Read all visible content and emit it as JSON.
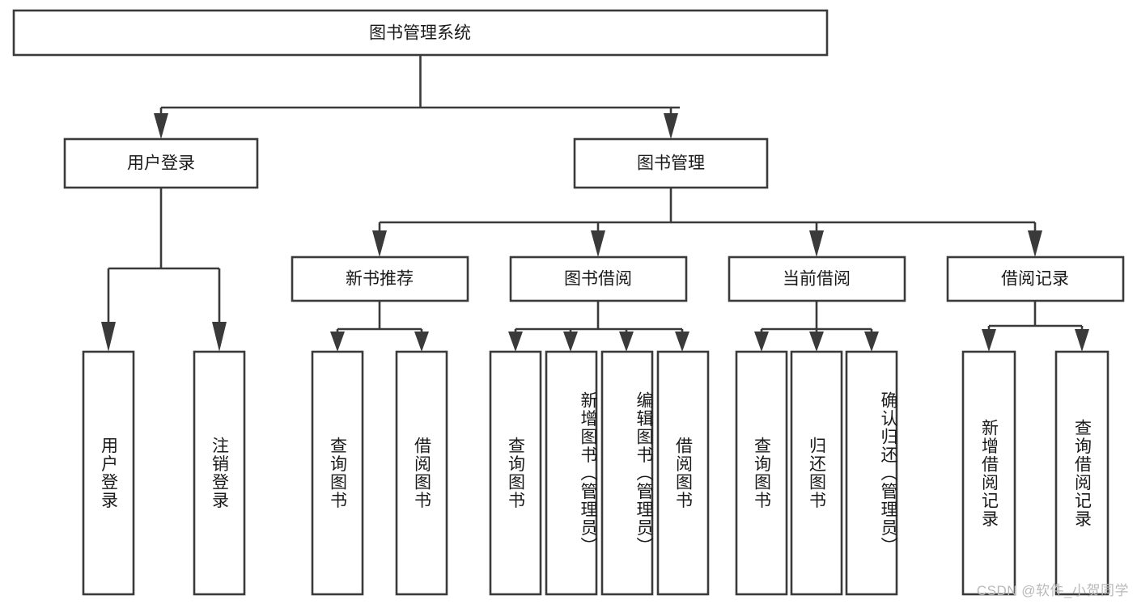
{
  "diagram": {
    "type": "tree",
    "title": "图书管理系统",
    "watermark": "CSDN @软件_小贺同学",
    "colors": {
      "stroke": "#3a3a3a",
      "box_fill": "#ffffff",
      "text": "#1a1a1a",
      "background": "#ffffff",
      "watermark": "#b9b9b9"
    },
    "root": {
      "label": "图书管理系统",
      "orientation": "horizontal"
    },
    "level2": [
      {
        "label": "用户登录",
        "orientation": "horizontal"
      },
      {
        "label": "图书管理",
        "orientation": "horizontal"
      }
    ],
    "level3": [
      {
        "label": "新书推荐",
        "orientation": "horizontal"
      },
      {
        "label": "图书借阅",
        "orientation": "horizontal"
      },
      {
        "label": "当前借阅",
        "orientation": "horizontal"
      },
      {
        "label": "借阅记录",
        "orientation": "horizontal"
      }
    ],
    "leaves_user_login": [
      {
        "label": "用户登录",
        "orientation": "vertical"
      },
      {
        "label": "注销登录",
        "orientation": "vertical"
      }
    ],
    "leaves_new_books": [
      {
        "label": "查询图书",
        "orientation": "vertical"
      },
      {
        "label": "借阅图书",
        "orientation": "vertical"
      }
    ],
    "leaves_book_borrow": [
      {
        "label": "查询图书",
        "orientation": "vertical"
      },
      {
        "label": "新增图书（管理员）",
        "orientation": "vertical"
      },
      {
        "label": "编辑图书（管理员）",
        "orientation": "vertical"
      },
      {
        "label": "借阅图书",
        "orientation": "vertical"
      }
    ],
    "leaves_current_borrow": [
      {
        "label": "查询图书",
        "orientation": "vertical"
      },
      {
        "label": "归还图书",
        "orientation": "vertical"
      },
      {
        "label": "确认归还（管理员）",
        "orientation": "vertical"
      }
    ],
    "leaves_borrow_records": [
      {
        "label": "新增借阅记录",
        "orientation": "vertical"
      },
      {
        "label": "查询借阅记录",
        "orientation": "vertical"
      }
    ]
  }
}
